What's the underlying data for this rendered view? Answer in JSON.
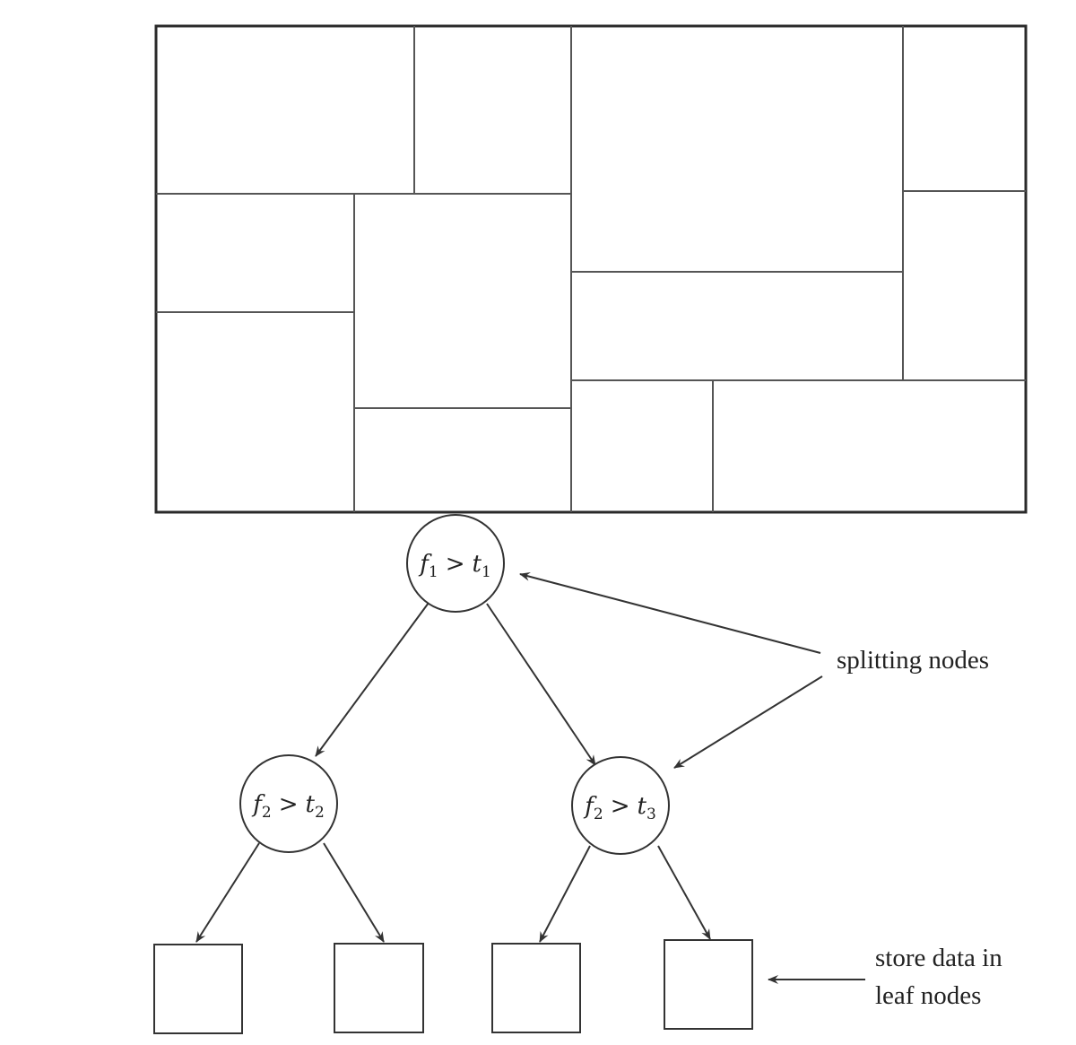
{
  "tree": {
    "root": {
      "feature": "f",
      "feature_sub": "1",
      "operator": ">",
      "threshold": "t",
      "threshold_sub": "1"
    },
    "left": {
      "feature": "f",
      "feature_sub": "2",
      "operator": ">",
      "threshold": "t",
      "threshold_sub": "2"
    },
    "right": {
      "feature": "f",
      "feature_sub": "2",
      "operator": ">",
      "threshold": "t",
      "threshold_sub": "3"
    }
  },
  "annotations": {
    "splitting": "splitting nodes",
    "leaf_line1": "store data in",
    "leaf_line2": "leaf nodes"
  }
}
